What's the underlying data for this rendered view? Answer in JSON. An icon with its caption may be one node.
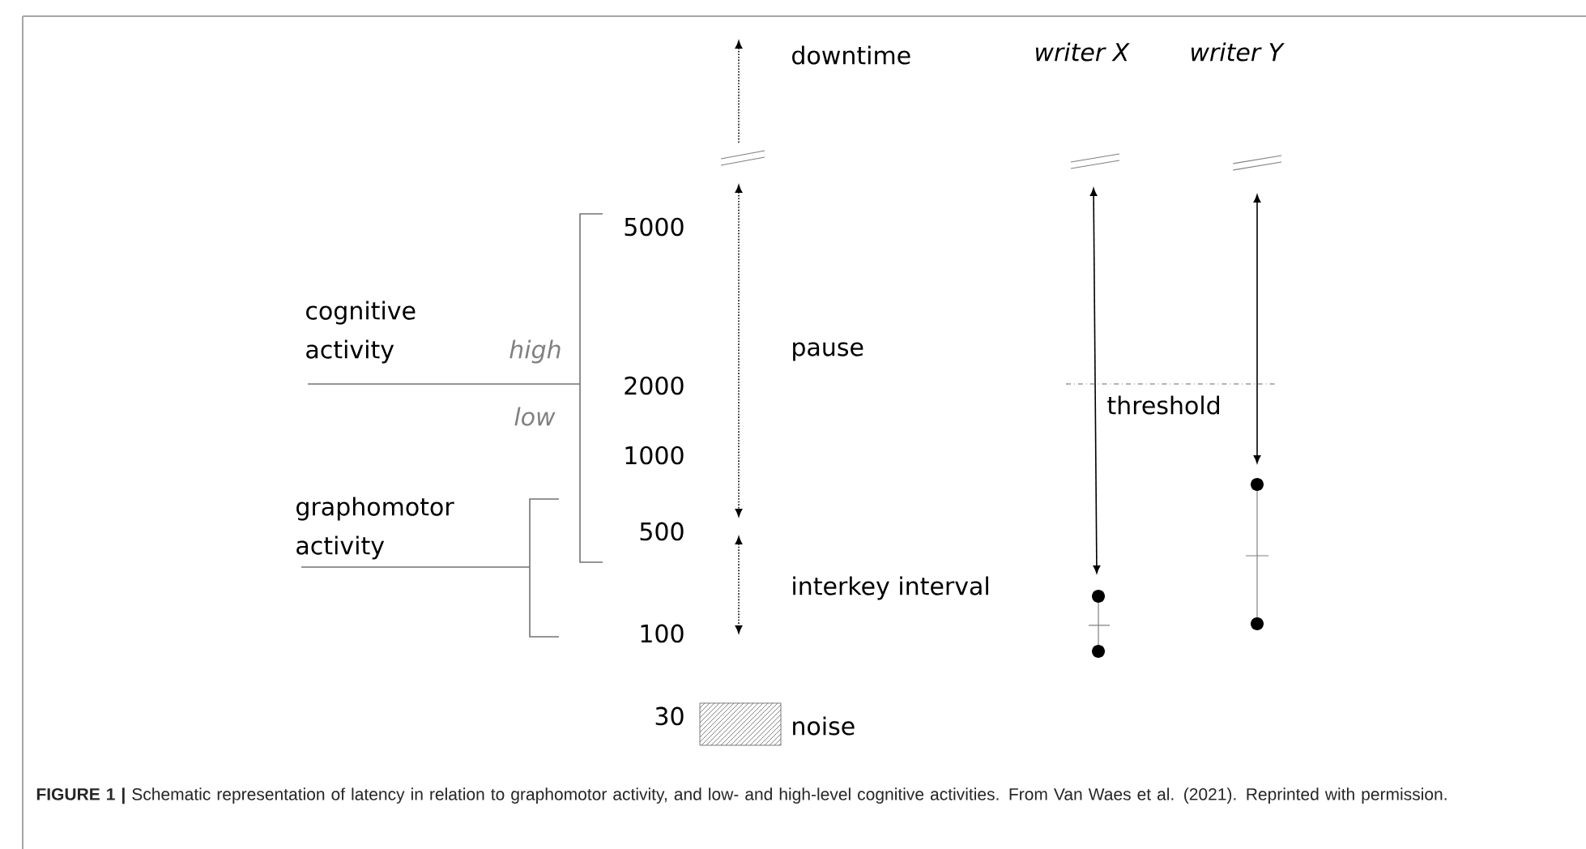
{
  "diagram": {
    "caption": "**FIGURE 1 |** Schematic representation of latency in relation to graphomotor activity, and low- and high-level cognitive activities. From Van Waes et al. (2021). Reprinted with permission.",
    "labels": [
      "downtime",
      "writer X",
      "writer Y",
      "5000",
      "cognitive activity",
      "high",
      "pause",
      "2000",
      "threshold",
      "low",
      "1000",
      "graphomotor activity",
      "500",
      "interkey interval",
      "100",
      "30",
      "noise"
    ]
  }
}
